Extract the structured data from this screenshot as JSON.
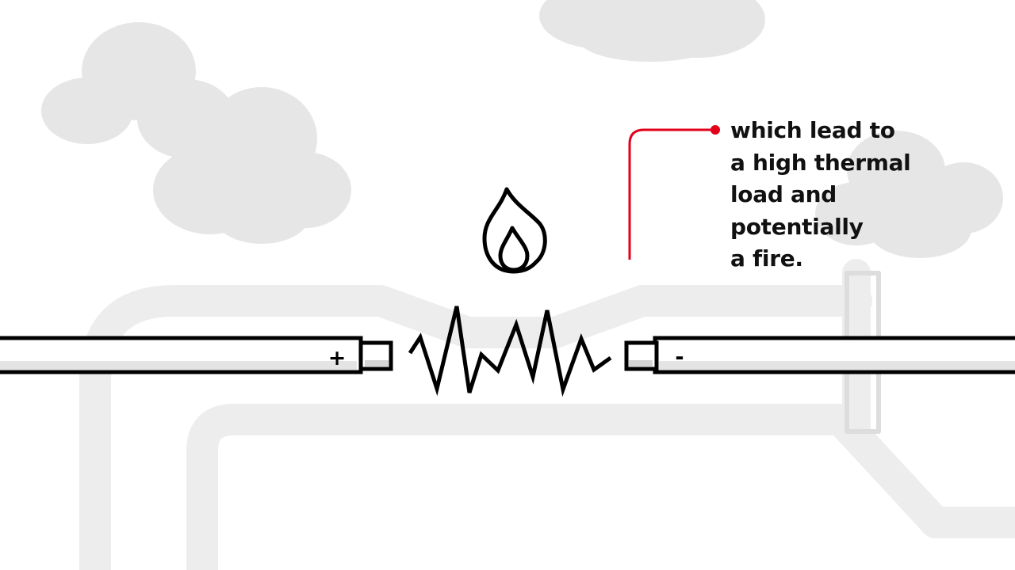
{
  "caption": {
    "lines": [
      "which lead to",
      "a high thermal",
      "load and",
      "potentially",
      "a fire."
    ]
  },
  "labels": {
    "positive": "+",
    "negative": "-"
  },
  "colors": {
    "accent": "#e2001a",
    "stroke": "#000000",
    "cloud": "#e6e6e6",
    "pipe": "#ededed",
    "background": "#ffffff"
  },
  "icons": {
    "flame": "flame-icon",
    "spark": "spark-icon"
  }
}
